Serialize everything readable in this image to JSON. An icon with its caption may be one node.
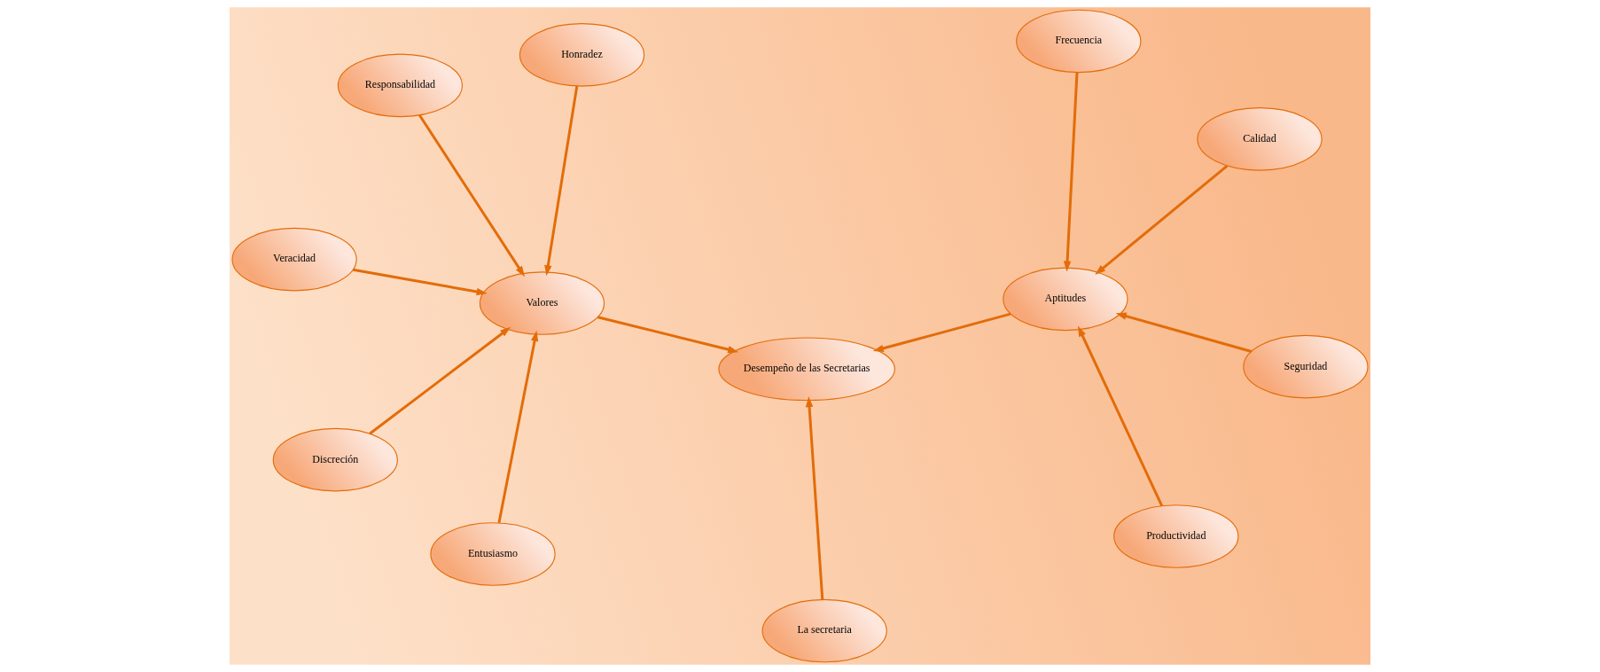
{
  "diagram": {
    "nodes": [
      {
        "text": [
          "Veracidad"
        ]
      },
      {
        "text": [
          "Honradez"
        ]
      },
      {
        "text": [
          "La secretaria"
        ]
      },
      {
        "text": [
          "Frecuencia"
        ]
      },
      {
        "text": [
          "Calidad"
        ]
      },
      {
        "text": [
          "Valores"
        ]
      },
      {
        "text": [
          "Desempeño de las Secretarias"
        ]
      },
      {
        "text": [
          "Aptitudes"
        ]
      },
      {
        "text": [
          "Discreción"
        ]
      },
      {
        "text": [
          "Productividad"
        ]
      },
      {
        "text": [
          "Entusiasmo"
        ]
      },
      {
        "text": [
          "Responsabilidad"
        ]
      },
      {
        "text": [
          "Seguridad"
        ]
      }
    ],
    "edges": [
      {
        "from": 0,
        "to": 5,
        "arrow": "to"
      },
      {
        "from": 1,
        "to": 5,
        "arrow": "to"
      },
      {
        "from": 8,
        "to": 5,
        "arrow": "to"
      },
      {
        "from": 10,
        "to": 5,
        "arrow": "to"
      },
      {
        "from": 11,
        "to": 5,
        "arrow": "to"
      },
      {
        "from": 5,
        "to": 6,
        "arrow": "to"
      },
      {
        "from": 2,
        "to": 6,
        "arrow": "to"
      },
      {
        "from": 7,
        "to": 6,
        "arrow": "to"
      },
      {
        "from": 3,
        "to": 7,
        "arrow": "to"
      },
      {
        "from": 4,
        "to": 7,
        "arrow": "to"
      },
      {
        "from": 9,
        "to": 7,
        "arrow": "to"
      },
      {
        "from": 12,
        "to": 7,
        "arrow": "to"
      }
    ]
  }
}
